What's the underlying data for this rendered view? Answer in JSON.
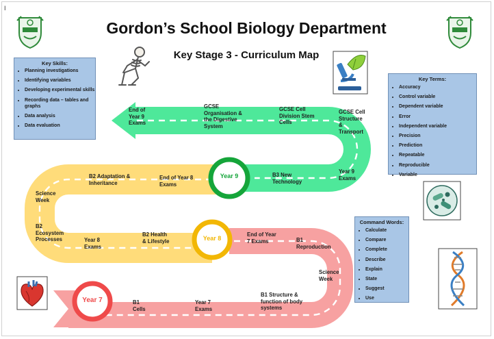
{
  "header": {
    "title": "Gordon’s School Biology Department",
    "subtitle": "Key Stage 3 - Curriculum Map",
    "cursor": "I"
  },
  "key_skills": {
    "heading": "Key Skills:",
    "items": [
      "Planning investigations",
      "Identifying variables",
      "Developing experimental skills",
      "Recording data – tables and graphs",
      "Data analysis",
      "Data evaluation"
    ]
  },
  "key_terms": {
    "heading": "Key Terms:",
    "items": [
      "Accuracy",
      "Control variable",
      "Dependent variable",
      "Error",
      "Independent variable",
      "Precision",
      "Prediction",
      "Repeatable",
      "Reproducible",
      "Variable"
    ]
  },
  "command_words": {
    "heading": "Command Words:",
    "items": [
      "Calculate",
      "Compare",
      "Complete",
      "Describe",
      "Explain",
      "State",
      "Suggest",
      "Use"
    ]
  },
  "road": {
    "green": [
      "End of Year 9 Exams",
      "GCSE Organisation & the Digestive System",
      "GCSE Cell Division Stem Cells",
      "GCSE Cell Structure & Transport",
      "Year 9 Exams",
      "B3 New Technology"
    ],
    "yellow": [
      "B2 Adaptation & Inheritance",
      "End of Year 8 Exams",
      "Science Week",
      "B2 Ecosystem Processes",
      "Year 8 Exams",
      "B2 Health & Lifestyle"
    ],
    "red": [
      "End of Year 7 Exams",
      "B1 Reproduction",
      "Science Week",
      "B1 Structure & function of body systems",
      "Year 7 Exams",
      "B1 Cells"
    ]
  },
  "milestones": {
    "year9": "Year 9",
    "year8": "Year 8",
    "year7": "Year 7"
  },
  "colors": {
    "green_road": "#4ee89a",
    "yellow_road": "#ffdc7a",
    "red_road": "#f7a1a1",
    "year9_ring": "#15a53a",
    "year8_ring": "#f2b705",
    "year7_ring": "#ef4a4a",
    "panel": "#a9c6e6"
  },
  "icons": [
    "school-crest-icon",
    "skeleton-icon",
    "microscope-icon",
    "bacteria-icon",
    "dna-icon",
    "heart-icon"
  ]
}
